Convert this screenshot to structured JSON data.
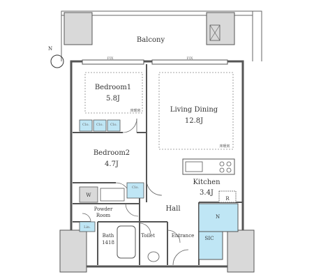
{
  "plan": {
    "rooms": {
      "balcony": "Balcony",
      "bedroom1": {
        "name": "Bedroom1",
        "size": "5.8J"
      },
      "living": {
        "name": "Living Dining",
        "size": "12.8J"
      },
      "bedroom2": {
        "name": "Bedroom2",
        "size": "4.7J"
      },
      "kitchen": {
        "name": "Kitchen",
        "size": "3.4J"
      },
      "hall": "Hall",
      "powder": {
        "line1": "Powder",
        "line2": "Room"
      },
      "bath": {
        "line1": "Bath",
        "line2": "1418"
      },
      "toilet": "Toilet",
      "entrance": "Entrance"
    },
    "storage": {
      "clo": "Clo.",
      "lin": "Lin.",
      "n": "N",
      "sic": "SIC",
      "r": "R",
      "w": "W"
    },
    "notes": {
      "fix": "FIX",
      "floor_heating": "床暖房"
    },
    "compass": "N",
    "colors": {
      "wall": "#555555",
      "storage_fill": "#bfe6f5",
      "column_fill": "#d9d9d9"
    }
  }
}
